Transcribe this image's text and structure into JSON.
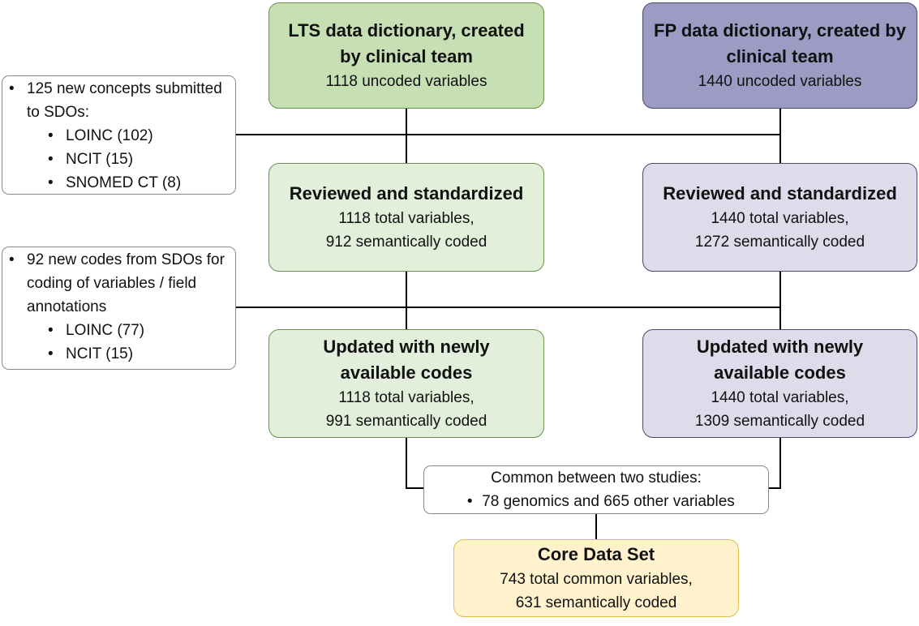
{
  "colors": {
    "lts_dark": "#c6e0b4",
    "lts_light": "#e2efda",
    "fp_dark": "#9b9bc3",
    "fp_light": "#dcdcea",
    "core": "#fff2cc",
    "line": "#000000"
  },
  "lts": {
    "dictionary": {
      "title": "LTS data dictionary, created by clinical team",
      "line1": "1118 uncoded variables"
    },
    "reviewed": {
      "title": "Reviewed and standardized",
      "line1": "1118 total variables,",
      "line2": "912 semantically coded"
    },
    "updated": {
      "title": "Updated with newly available codes",
      "line1": "1118 total variables,",
      "line2": "991 semantically coded"
    }
  },
  "fp": {
    "dictionary": {
      "title": "FP data dictionary, created by clinical team",
      "line1": "1440 uncoded variables"
    },
    "reviewed": {
      "title": "Reviewed and standardized",
      "line1": "1440 total variables,",
      "line2": "1272 semantically coded"
    },
    "updated": {
      "title": "Updated with newly available codes",
      "line1": "1440 total variables,",
      "line2": "1309 semantically coded"
    }
  },
  "note1": {
    "bullet": "•",
    "text": "125 new concepts submitted to SDOs:",
    "sub": [
      "LOINC (102)",
      "NCIT (15)",
      "SNOMED CT (8)"
    ]
  },
  "note2": {
    "bullet": "•",
    "text": "92 new codes from SDOs for coding of variables / field annotations",
    "sub": [
      "LOINC (77)",
      "NCIT (15)"
    ]
  },
  "common": {
    "line1": "Common between two studies:",
    "bullet": "•",
    "line2": "78 genomics and 665 other variables"
  },
  "core": {
    "title": "Core Data Set",
    "line1": "743 total common variables,",
    "line2": "631 semantically coded"
  }
}
